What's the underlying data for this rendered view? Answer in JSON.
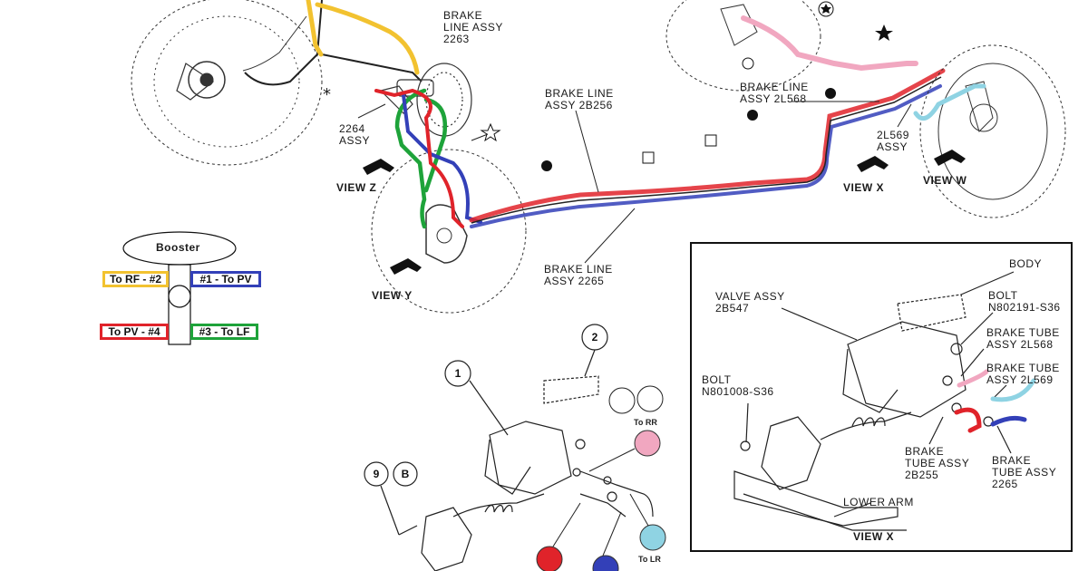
{
  "colors": {
    "rf_yellow": "#f2c230",
    "pv_blue": "#3340b8",
    "pv_red": "#e0232a",
    "lf_green": "#1ea33a",
    "rr_pink": "#f1a7c0",
    "lr_cyan": "#8fd3e3"
  },
  "labels": {
    "brake_line_2263": "BRAKE\nLINE ASSY\n2263",
    "assy_2264": "2264\nASSY",
    "brake_line_2b256": "BRAKE LINE\nASSY 2B256",
    "brake_line_2l568": "BRAKE LINE\nASSY 2L568",
    "assy_2l569": "2L569\nASSY",
    "brake_line_2265": "BRAKE LINE\nASSY  2265"
  },
  "views": {
    "z": "VIEW Z",
    "y": "VIEW Y",
    "x": "VIEW X",
    "w": "VIEW W",
    "x_inset": "VIEW X"
  },
  "legend": {
    "booster": "Booster",
    "rf": "To RF - #2",
    "pv1": "#1 - To PV",
    "pv4": "To PV - #4",
    "lf": "#3 - To LF"
  },
  "callouts": {
    "n1": "1",
    "n2": "2",
    "n9": "9",
    "nB": "B",
    "to_rr": "To RR",
    "to_lr": "To LR"
  },
  "inset": {
    "body": "BODY",
    "valve_assy": "VALVE ASSY\n2B547",
    "bolt_top": "BOLT\nN802191-S36",
    "tube_2l568": "BRAKE TUBE\nASSY 2L568",
    "tube_2l569": "BRAKE TUBE\nASSY 2L569",
    "bolt_left": "BOLT\nN801008-S36",
    "tube_2b255": "BRAKE\nTUBE ASSY\n2B255",
    "tube_2265": "BRAKE\nTUBE ASSY\n2265",
    "lower_arm": "LOWER ARM"
  }
}
